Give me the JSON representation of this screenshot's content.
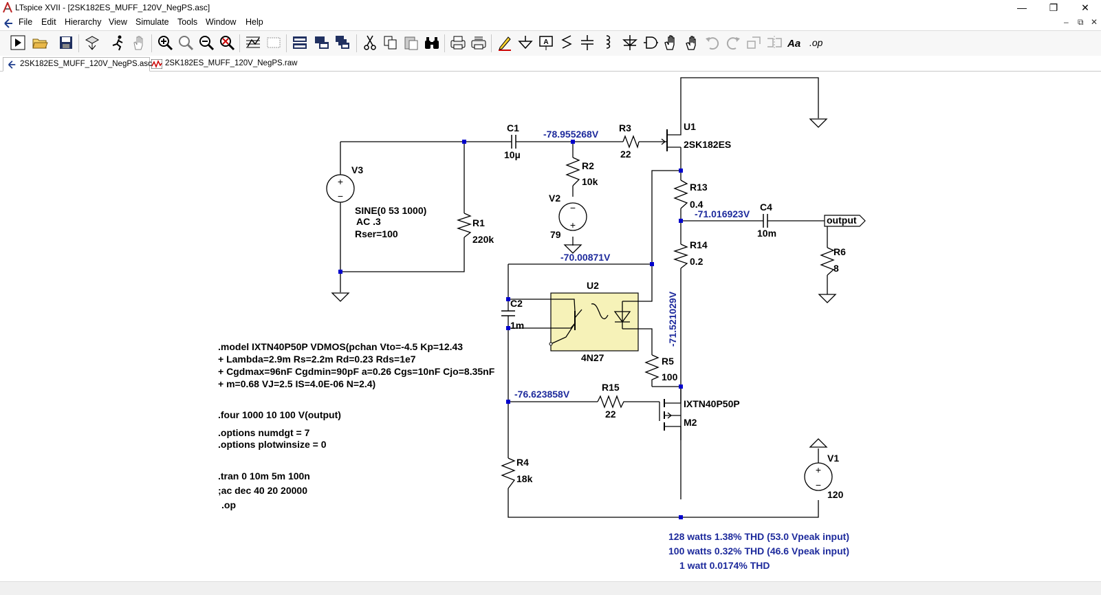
{
  "window": {
    "title": "LTspice XVII - [2SK182ES_MUFF_120V_NegPS.asc]",
    "minimize": "—",
    "maximize": "❐",
    "close": "✕",
    "mdi_minimize": "–",
    "mdi_restore": "⧉",
    "mdi_close": "✕"
  },
  "menu": [
    "File",
    "Edit",
    "Hierarchy",
    "View",
    "Simulate",
    "Tools",
    "Window",
    "Help"
  ],
  "toolbar": {
    "icons": [
      "run-icon",
      "open-icon",
      "save-icon",
      "control-panel-icon",
      "halt-icon",
      "pan-hand-icon",
      "zoom-in-icon",
      "zoom-area-icon",
      "zoom-out-icon",
      "zoom-fit-icon",
      "autoscale-icon",
      "tile-icon",
      "tile-horizontal-icon",
      "cascade-icon",
      "close-window-icon",
      "cut-icon",
      "copy-icon",
      "paste-icon",
      "find-icon",
      "print-icon",
      "print-setup-icon",
      "draw-wire-icon",
      "ground-icon",
      "label-net-icon",
      "resistor-icon",
      "capacitor-icon",
      "inductor-icon",
      "diode-icon",
      "component-icon",
      "move-icon",
      "drag-icon",
      "undo-icon",
      "redo-icon",
      "rotate-icon",
      "mirror-icon",
      "text-icon",
      "spice-directive-icon"
    ],
    "spice_directive_label": ".op",
    "text_label": "Aa"
  },
  "tabs": [
    {
      "label": "2SK182ES_MUFF_120V_NegPS.asc",
      "icon": "schematic-icon",
      "active": true
    },
    {
      "label": "2SK182ES_MUFF_120V_NegPS.raw",
      "icon": "waveform-icon",
      "active": false
    }
  ],
  "schematic": {
    "colors": {
      "wire": "#000000",
      "node_label": "#1d2a9c",
      "junction": "#0000cc",
      "optocoupler_fill": "#f6f2b8",
      "ground": "#000000"
    },
    "components": {
      "C1": {
        "ref": "C1",
        "value": "10µ"
      },
      "R3": {
        "ref": "R3",
        "value": "22"
      },
      "U1": {
        "ref": "U1",
        "value": "2SK182ES"
      },
      "V3": {
        "ref": "V3",
        "value": "SINE(0 53 1000)",
        "ac": "AC .3",
        "rser": "Rser=100"
      },
      "R2": {
        "ref": "R2",
        "value": "10k"
      },
      "V2": {
        "ref": "V2",
        "value": "79"
      },
      "R1": {
        "ref": "R1",
        "value": "220k"
      },
      "R13": {
        "ref": "R13",
        "value": "0.4"
      },
      "C4": {
        "ref": "C4",
        "value": "10m"
      },
      "R6": {
        "ref": "R6",
        "value": "8"
      },
      "R14": {
        "ref": "R14",
        "value": "0.2"
      },
      "U2": {
        "ref": "U2",
        "value": "4N27"
      },
      "C2": {
        "ref": "C2",
        "value": "1m"
      },
      "R5": {
        "ref": "R5",
        "value": "100"
      },
      "R15": {
        "ref": "R15",
        "value": "22"
      },
      "M2": {
        "ref": "M2",
        "value": "IXTN40P50P"
      },
      "R4": {
        "ref": "R4",
        "value": "18k"
      },
      "V1": {
        "ref": "V1",
        "value": "120"
      }
    },
    "node_voltages": {
      "gate_u1": "-78.955268V",
      "source_u1": "-71.016923V",
      "c2_top": "-70.00871V",
      "m2_drain": "-71.521029V",
      "m2_gate": "-76.623858V"
    },
    "output_label": "output",
    "directives": [
      ".model IXTN40P50P VDMOS(pchan Vto=-4.5 Kp=12.43",
      "+ Lambda=2.9m Rs=2.2m Rd=0.23 Rds=1e7",
      "+ Cgdmax=96nF Cgdmin=90pF a=0.26 Cgs=10nF Cjo=8.35nF",
      "+ m=0.68 VJ=2.5 IS=4.0E-06 N=2.4)",
      ".four 1000 10 100 V(output)",
      ".options numdgt = 7",
      ".options plotwinsize = 0",
      ".tran 0 10m 5m 100n",
      ";ac dec 40 20 20000",
      ".op"
    ],
    "notes": [
      "128 watts 1.38% THD (53.0 Vpeak input)",
      "100 watts 0.32% THD (46.6 Vpeak input)",
      "1 watt 0.0174% THD"
    ]
  }
}
